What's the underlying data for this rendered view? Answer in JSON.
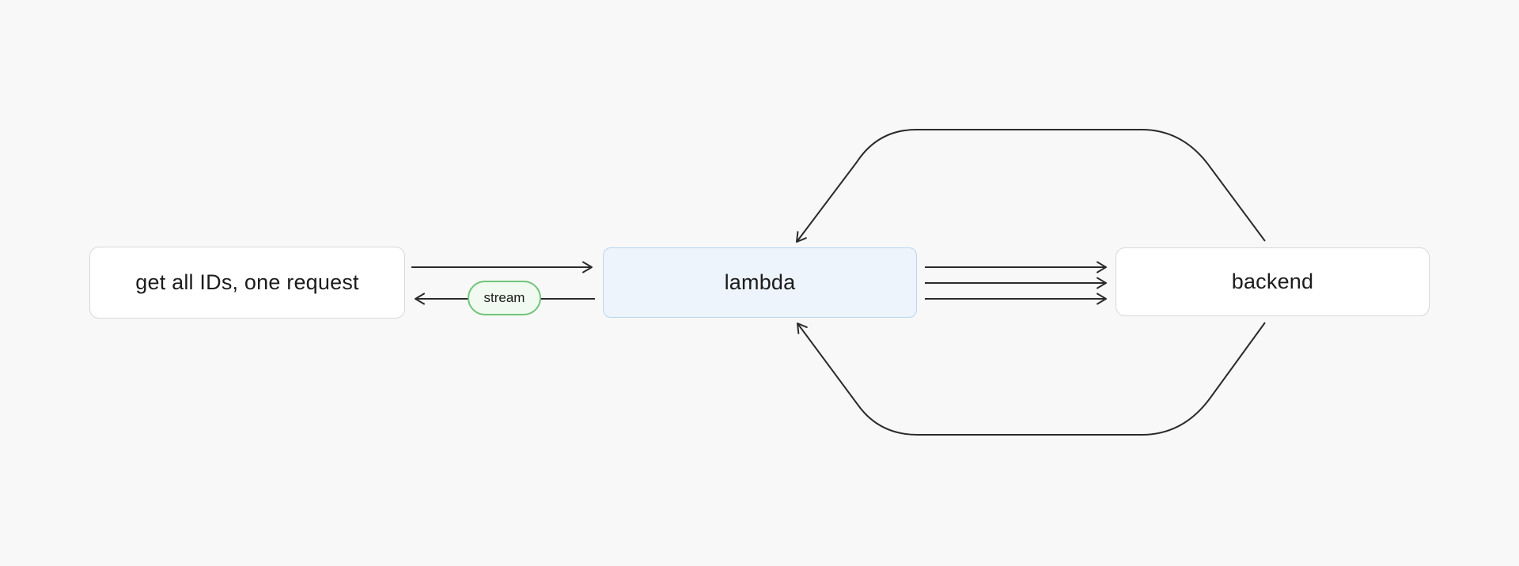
{
  "diagram": {
    "type": "flow-diagram",
    "nodes": {
      "request": {
        "label": "get all IDs, one request",
        "fill": "#ffffff",
        "border": "#d8d8d8"
      },
      "lambda": {
        "label": "lambda",
        "fill": "#edf4fb",
        "border": "#b7d6f1"
      },
      "backend": {
        "label": "backend",
        "fill": "#ffffff",
        "border": "#d8d8d8"
      }
    },
    "stream_badge": {
      "label": "stream",
      "fill": "#f0faf0",
      "border": "#6fc579"
    },
    "edges": [
      {
        "from": "request",
        "to": "lambda",
        "style": "straight-right-arrow"
      },
      {
        "from": "lambda",
        "to": "request",
        "style": "straight-left-arrow",
        "badge": "stream"
      },
      {
        "from": "lambda",
        "to": "backend",
        "style": "straight-right-arrow"
      },
      {
        "from": "lambda",
        "to": "backend",
        "style": "straight-right-arrow"
      },
      {
        "from": "lambda",
        "to": "backend",
        "style": "straight-right-arrow"
      },
      {
        "from": "backend",
        "to": "lambda",
        "style": "curved-over-top"
      },
      {
        "from": "backend",
        "to": "lambda",
        "style": "curved-under-bottom"
      }
    ],
    "colors": {
      "canvas-bg": "#f8f8f8",
      "node-fill": "#ffffff",
      "node-border": "#d8d8d8",
      "lambda-fill": "#edf4fb",
      "lambda-border": "#b7d6f1",
      "stream-fill": "#f0faf0",
      "stream-border": "#6fc579",
      "arrow": "#2a2a2a",
      "text": "#1c1c1c"
    }
  }
}
